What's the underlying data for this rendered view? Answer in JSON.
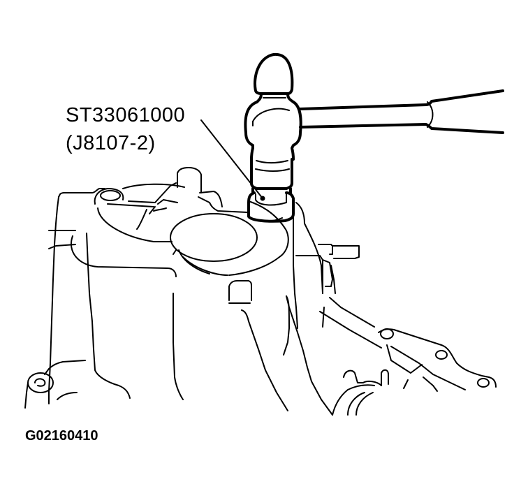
{
  "figure": {
    "type": "technical-illustration",
    "subject": "hammer driving special tool into transmission housing",
    "callout": {
      "part_number": "ST33061000",
      "alt_part_number": "(J8107-2)"
    },
    "figure_id": "G02160410",
    "colors": {
      "line": "#000000",
      "background": "#ffffff"
    }
  }
}
